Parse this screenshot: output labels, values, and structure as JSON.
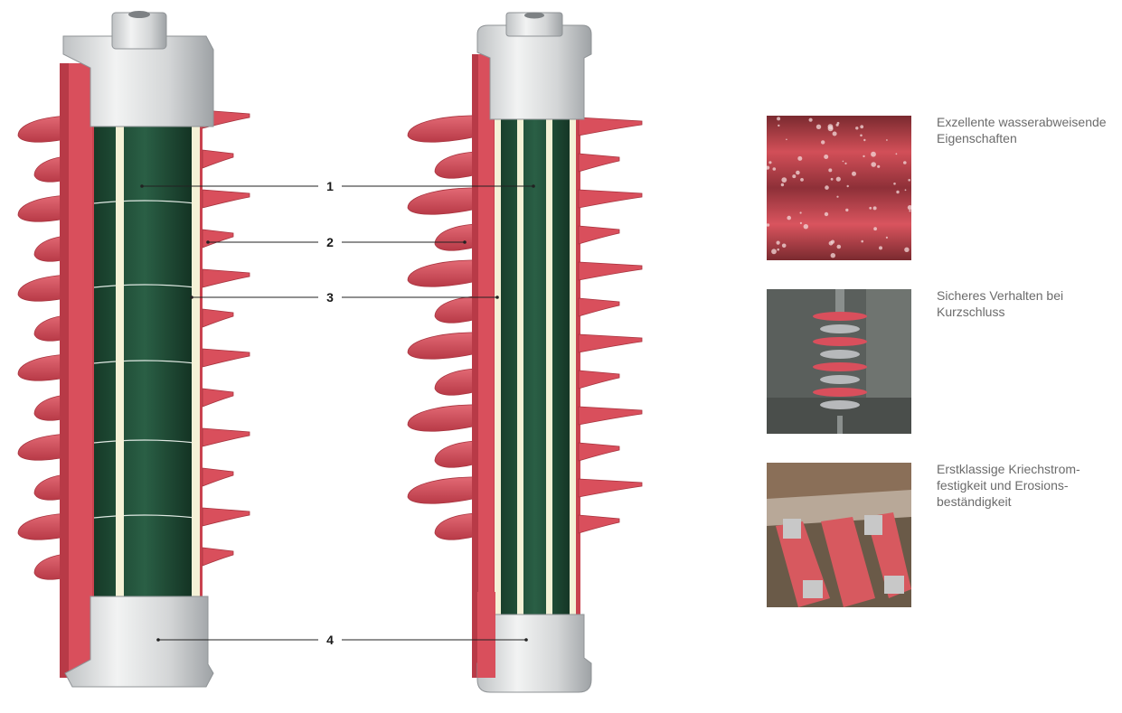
{
  "callouts": [
    {
      "number": "1"
    },
    {
      "number": "2"
    },
    {
      "number": "3"
    },
    {
      "number": "4"
    }
  ],
  "features": [
    {
      "caption": "Exzellente wasserabweisende\nEigenschaften",
      "photo": "water-droplets-on-sheds"
    },
    {
      "caption": "Sicheres Verhalten bei\nKurzschluss",
      "photo": "short-circuit-test"
    },
    {
      "caption": "Erstklassige Kriechstrom-\nfestigkeit und Erosions-\nbeständigkeit",
      "photo": "tracking-erosion-test"
    }
  ],
  "colors": {
    "housing": "#d94f5c",
    "housing_dark": "#b83a47",
    "core": "#1d4b34",
    "rod": "#f4f1d6",
    "fitting": "#d8dadb",
    "caption": "#6b6b6b"
  }
}
